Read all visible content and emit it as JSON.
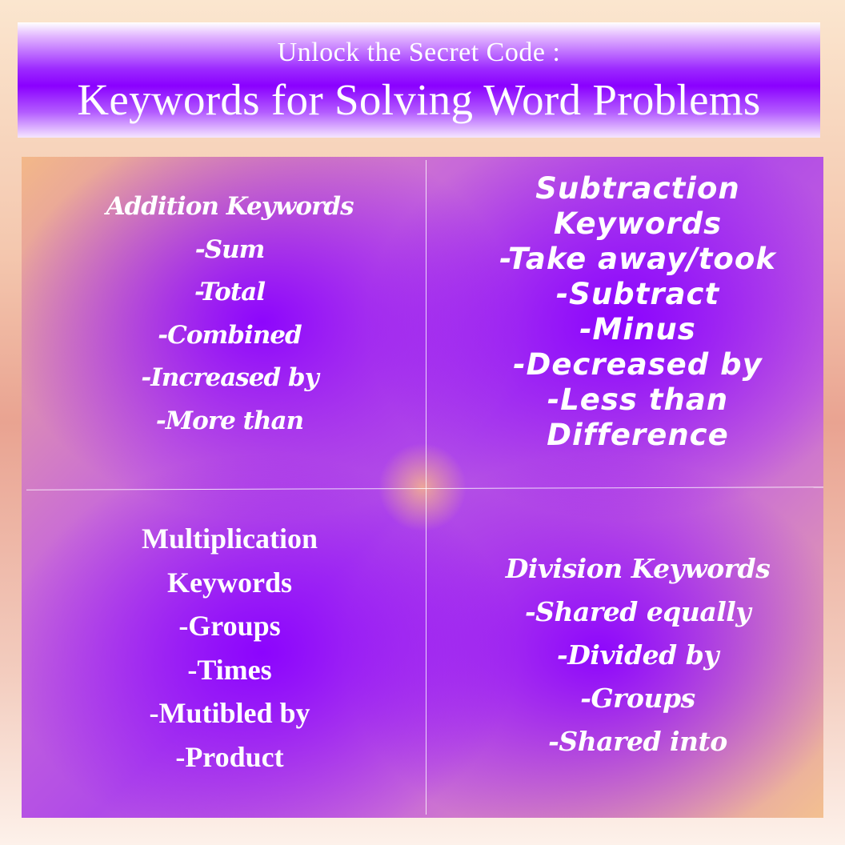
{
  "banner": {
    "subtitle": "Unlock the Secret Code :",
    "title": "Keywords for Solving Word Problems"
  },
  "quadrants": {
    "addition": {
      "lines": [
        "Addition Keywords",
        "-Sum",
        "-Total",
        "-Combined",
        "-Increased by",
        "-More than"
      ]
    },
    "subtraction": {
      "lines": [
        "Subtraction",
        "Keywords",
        "-Take away/took",
        "-Subtract",
        "-Minus",
        "-Decreased by",
        "-Less than",
        "Difference"
      ]
    },
    "multiplication": {
      "lines": [
        "Multiplication",
        "Keywords",
        "-Groups",
        "-Times",
        "-Mutibled by",
        "-Product"
      ]
    },
    "division": {
      "lines": [
        "Division Keywords",
        "-Shared equally",
        "-Divided by",
        "-Groups",
        "-Shared into"
      ]
    }
  },
  "colors": {
    "accent_purple": "#8a00ff",
    "text": "#ffffff",
    "peach": "#f3b888"
  }
}
